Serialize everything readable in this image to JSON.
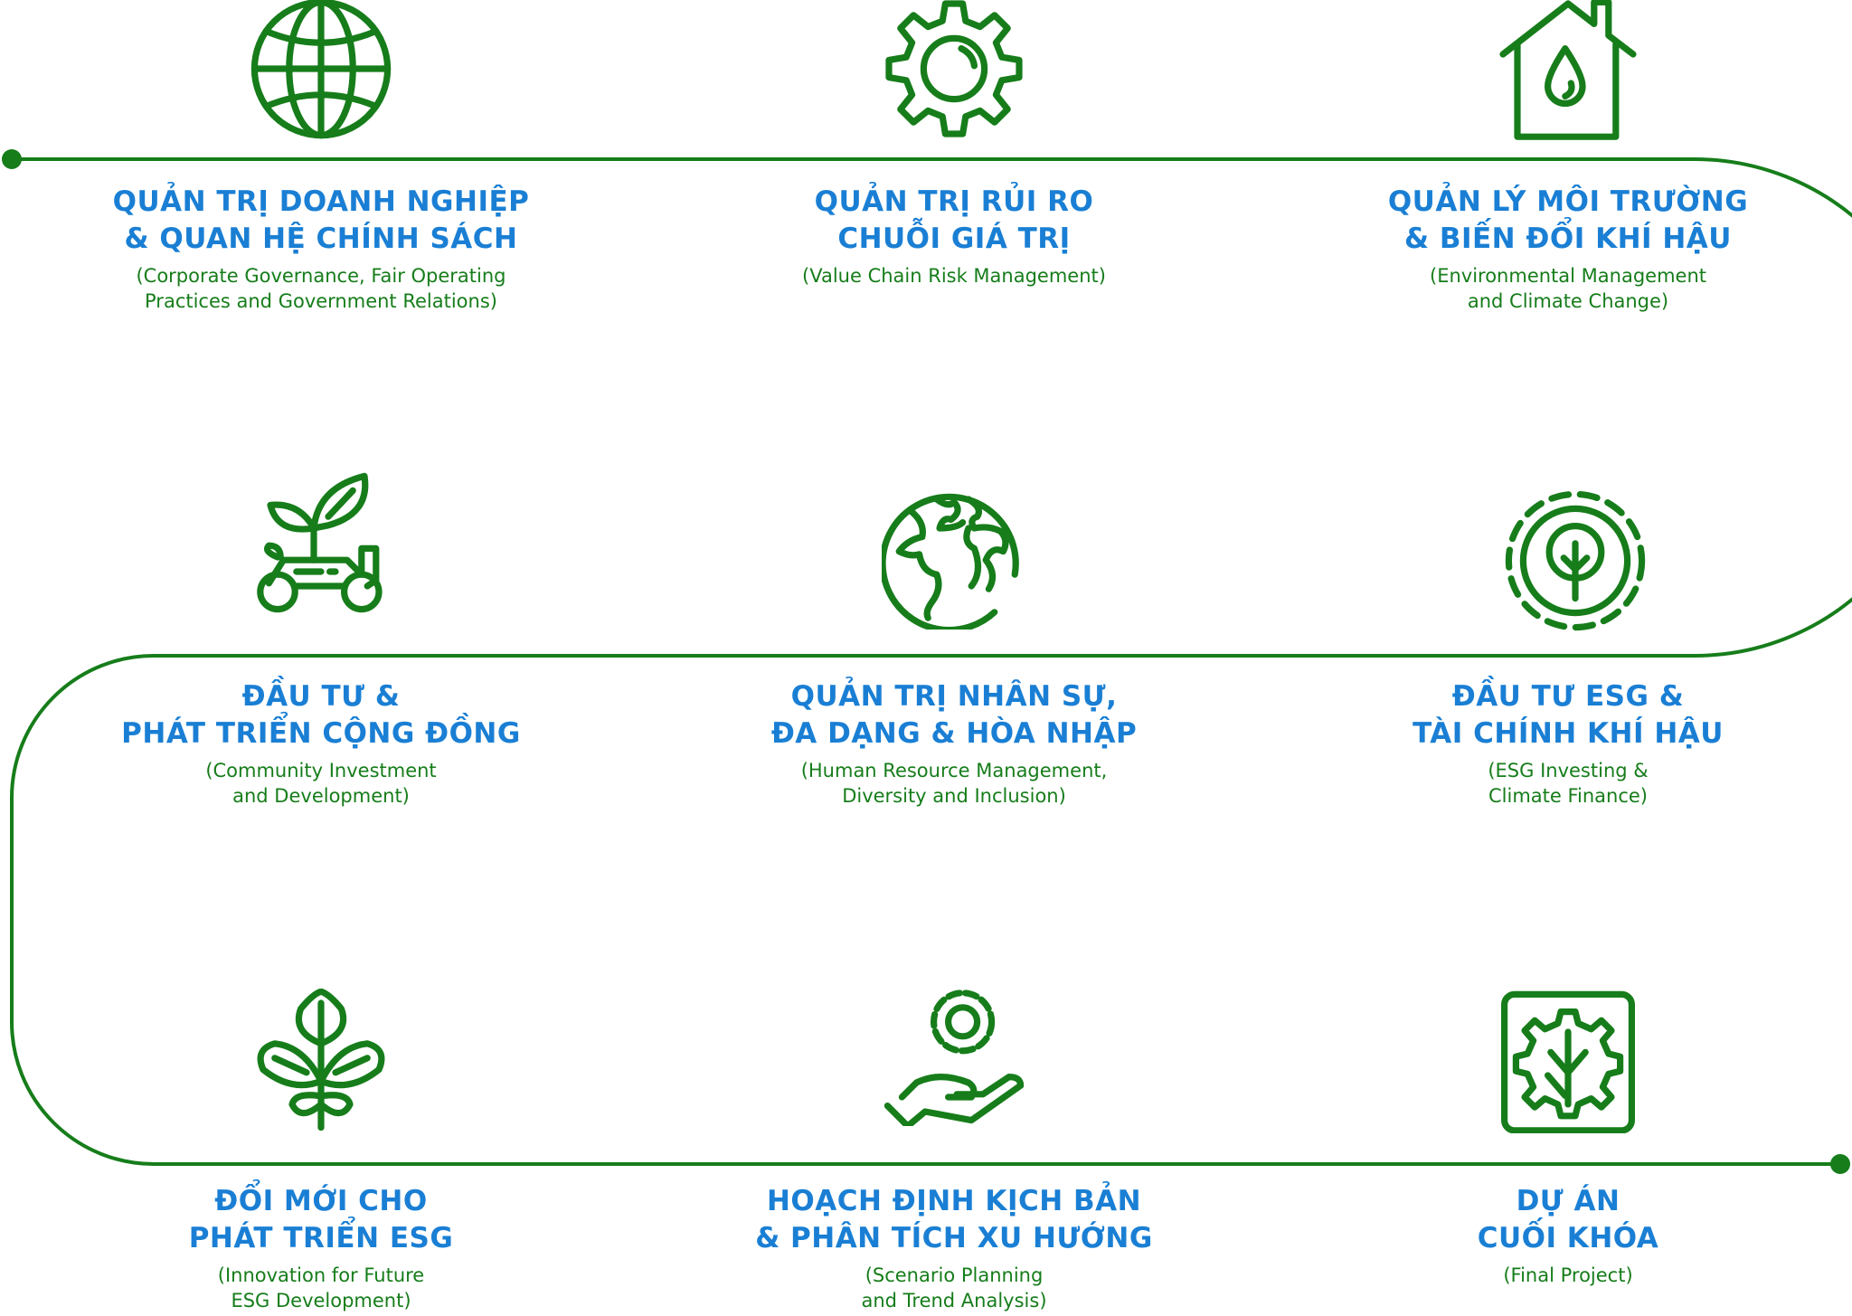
{
  "colors": {
    "title": "#1a7fd4",
    "accent": "#167d1a"
  },
  "modules": [
    {
      "icon": "globe-icon",
      "title": [
        "QUẢN TRỊ DOANH NGHIỆP",
        "& QUAN HỆ CHÍNH SÁCH"
      ],
      "subtitle": [
        "(Corporate Governance, Fair Operating",
        "Practices and Government Relations)"
      ]
    },
    {
      "icon": "gear-icon",
      "title": [
        "QUẢN TRỊ RỦI RO",
        "CHUỖI GIÁ TRỊ"
      ],
      "subtitle": [
        "(Value Chain Risk Management)",
        ""
      ]
    },
    {
      "icon": "house-water-drop-icon",
      "title": [
        "QUẢN LÝ MÔI TRƯỜNG",
        "& BIẾN ĐỔI KHÍ HẬU"
      ],
      "subtitle": [
        "(Environmental Management",
        "and Climate Change)"
      ]
    },
    {
      "icon": "plant-truck-icon",
      "title": [
        "ĐẦU TƯ &",
        "PHÁT TRIỂN CỘNG ĐỒNG"
      ],
      "subtitle": [
        "(Community Investment",
        "and Development)"
      ]
    },
    {
      "icon": "earth-icon",
      "title": [
        "QUẢN TRỊ NHÂN SỰ,",
        "ĐA DẠNG & HÒA NHẬP"
      ],
      "subtitle": [
        "(Human Resource Management,",
        "Diversity and Inclusion)"
      ]
    },
    {
      "icon": "tree-circle-icon",
      "title": [
        "ĐẦU TƯ ESG &",
        "TÀI CHÍNH KHÍ HẬU"
      ],
      "subtitle": [
        "(ESG Investing &",
        "Climate Finance)"
      ]
    },
    {
      "icon": "sprout-icon",
      "title": [
        "ĐỔI MỚI CHO",
        "PHÁT TRIỂN ESG"
      ],
      "subtitle": [
        "(Innovation for Future",
        "ESG Development)"
      ]
    },
    {
      "icon": "hand-gear-icon",
      "title": [
        "HOẠCH ĐỊNH KỊCH BẢN",
        "& PHÂN TÍCH XU HƯỚNG"
      ],
      "subtitle": [
        "(Scenario Planning",
        "and Trend Analysis)"
      ]
    },
    {
      "icon": "leaf-gear-frame-icon",
      "title": [
        "DỰ ÁN",
        "CUỐI KHÓA"
      ],
      "subtitle": [
        "(Final Project)",
        ""
      ]
    }
  ]
}
